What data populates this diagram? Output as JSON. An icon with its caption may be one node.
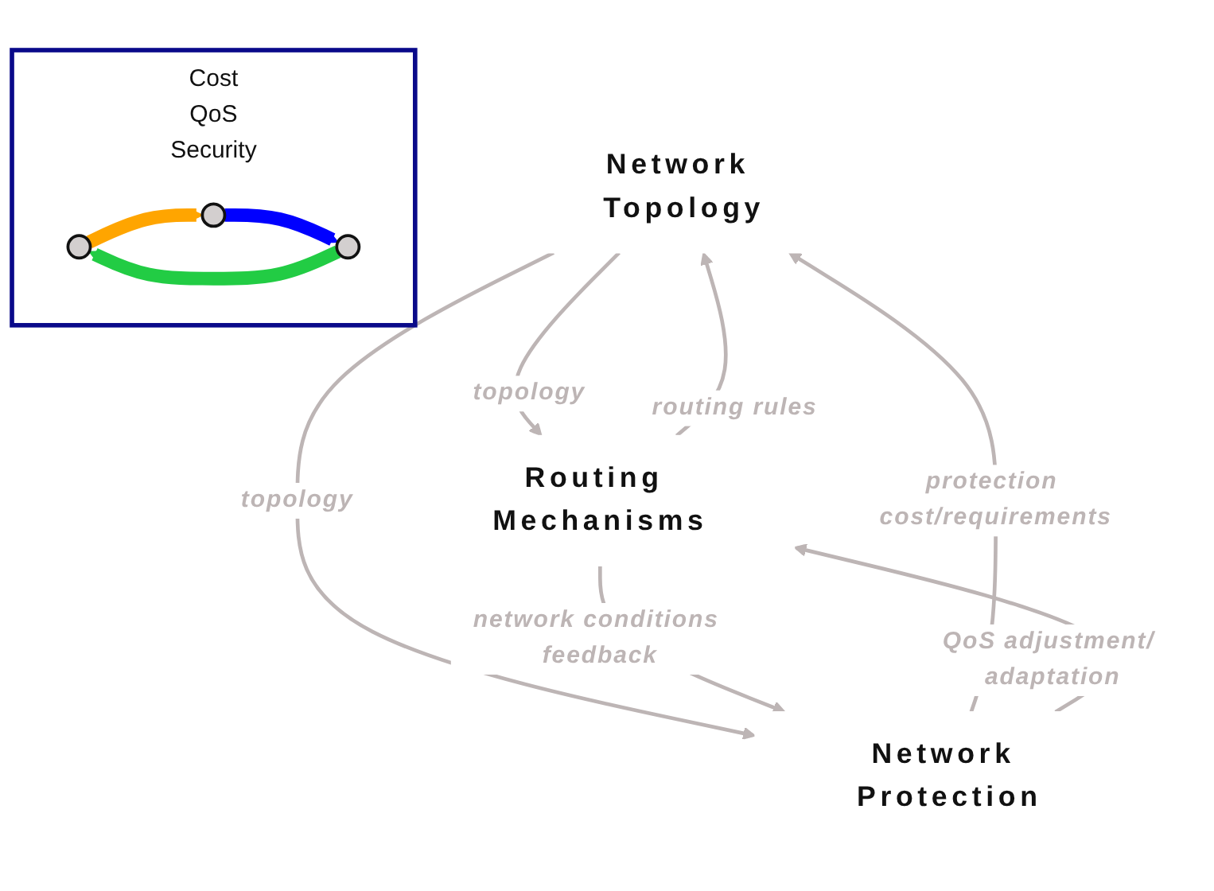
{
  "diagram": {
    "nodes": [
      {
        "text": [
          "Network Topology"
        ]
      },
      {
        "text": [
          "Routing Mechanisms"
        ]
      },
      {
        "text": [
          "Network Protection"
        ]
      },
      {
        "text": [
          "Cost",
          "QoS",
          "Security"
        ]
      },
      {
        "text": [],
        "shape": "circle",
        "in": 3
      },
      {
        "text": [],
        "shape": "circle",
        "in": 3
      },
      {
        "text": [],
        "shape": "circle",
        "in": 3
      }
    ],
    "edges": [
      {
        "from": 0,
        "to": 1,
        "arrow": "to",
        "label": "topology"
      },
      {
        "from": 1,
        "to": 0,
        "arrow": "to",
        "label": "routing rules"
      },
      {
        "from": 0,
        "to": 2,
        "arrow": "to",
        "label": "topology"
      },
      {
        "from": 2,
        "to": 0,
        "arrow": "to",
        "label": "protection cost/requirements"
      },
      {
        "from": 2,
        "to": 1,
        "arrow": "to",
        "label": "QoS adjustment/ adaptation"
      },
      {
        "from": 1,
        "to": 2,
        "arrow": "to",
        "label": "network conditions feedback"
      },
      {
        "from": 4,
        "to": 6,
        "arrow": "to",
        "style": "thick",
        "color": "#ffa500"
      },
      {
        "from": 6,
        "to": 5,
        "arrow": "to",
        "style": "thick",
        "color": "#0000ff"
      },
      {
        "from": 5,
        "to": 4,
        "arrow": "to",
        "style": "thick",
        "color": "#22cc44"
      }
    ]
  }
}
